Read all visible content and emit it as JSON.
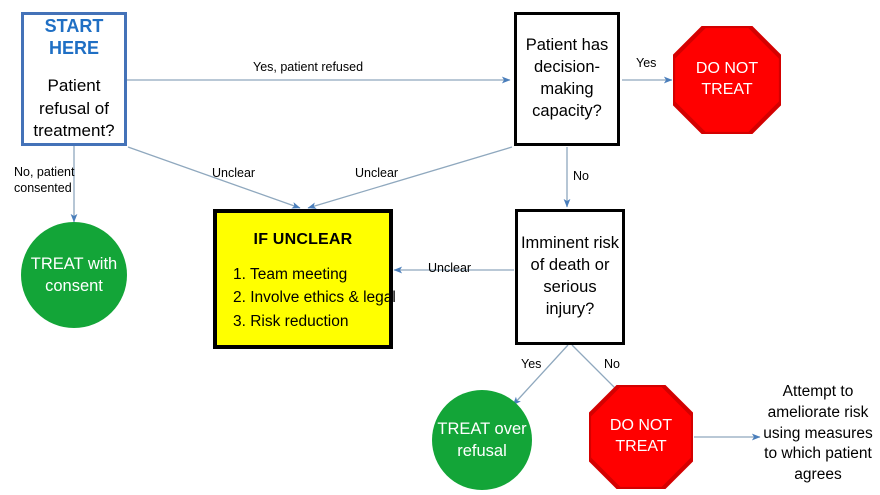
{
  "diagram": {
    "title": "Patient refusal of treatment decision flowchart",
    "colors": {
      "start_border": "#4472B8",
      "start_title_text": "#1F6FC4",
      "decision_border": "#000000",
      "action_fill": "#FFFF00",
      "treat_fill": "#13A538",
      "stop_fill": "#FF0000",
      "stop_border": "#D00000",
      "connector": "#7F9DB9",
      "text": "#000000"
    },
    "nodes": {
      "start": {
        "kicker": "START HERE",
        "label": "Patient refusal of treatment?"
      },
      "capacity": {
        "label": "Patient has decision-making capacity?"
      },
      "stop_top": {
        "label": "DO NOT TREAT"
      },
      "treat_consent": {
        "label": "TREAT with consent"
      },
      "if_unclear": {
        "title": "IF UNCLEAR",
        "steps": [
          "1. Team meeting",
          "2. Involve ethics & legal",
          "3. Risk reduction"
        ]
      },
      "imminent_risk": {
        "label": "Imminent risk of death or serious injury?"
      },
      "treat_over_refusal": {
        "label": "TREAT over refusal"
      },
      "stop_bottom": {
        "label": "DO NOT TREAT"
      },
      "ameliorate_note": {
        "label": "Attempt to ameliorate risk using measures to which patient agrees"
      }
    },
    "edge_labels": {
      "start_to_capacity": "Yes, patient refused",
      "start_to_treat": "No, patient consented",
      "start_to_unclear": "Unclear",
      "capacity_to_unclear": "Unclear",
      "capacity_to_stop": "Yes",
      "capacity_to_risk": "No",
      "risk_to_unclear": "Unclear",
      "risk_to_treat": "Yes",
      "risk_to_stop": "No"
    }
  }
}
